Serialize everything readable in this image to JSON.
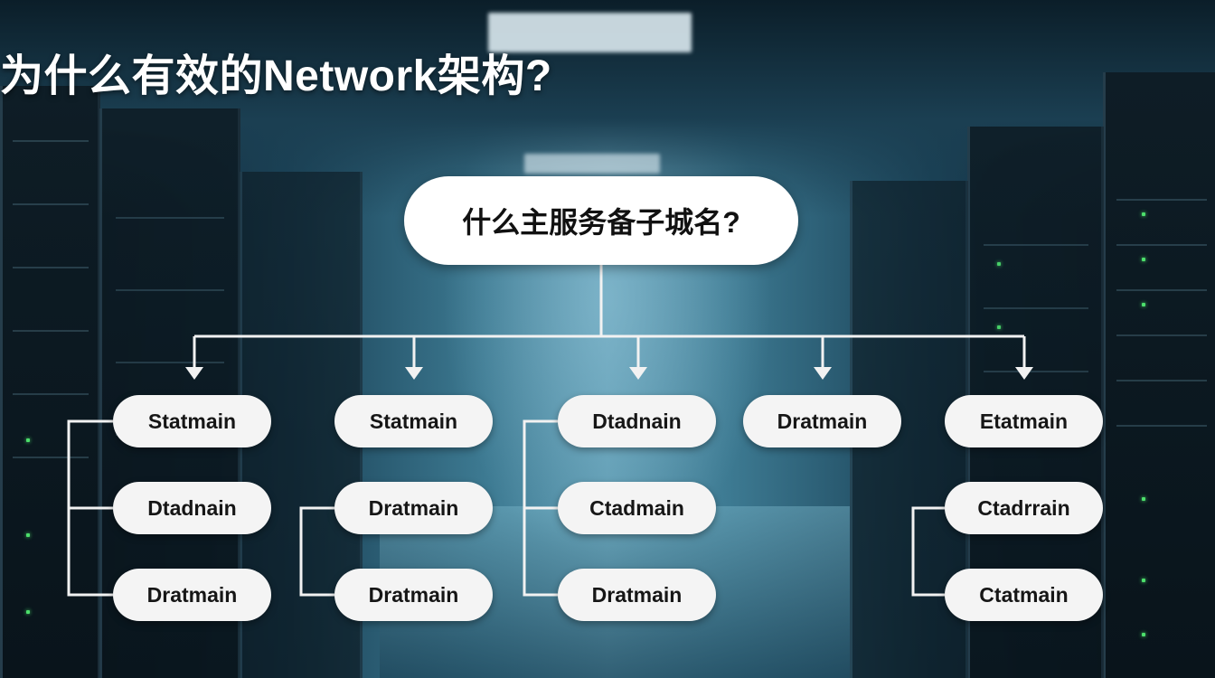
{
  "title": "为什么有效的Network架构?",
  "root": {
    "label": "什么主服务备子城名?"
  },
  "columns": [
    {
      "nodes": [
        "Statmain",
        "Dtadnain",
        "Dratmain"
      ]
    },
    {
      "nodes": [
        "Statmain",
        "Dratmain",
        "Dratmain"
      ]
    },
    {
      "nodes": [
        "Dtadnain",
        "Ctadmain",
        "Dratmain"
      ]
    },
    {
      "nodes": [
        "Dratmain"
      ]
    },
    {
      "nodes": [
        "Etatmain",
        "Ctadrrain",
        "Ctatmain"
      ]
    }
  ]
}
